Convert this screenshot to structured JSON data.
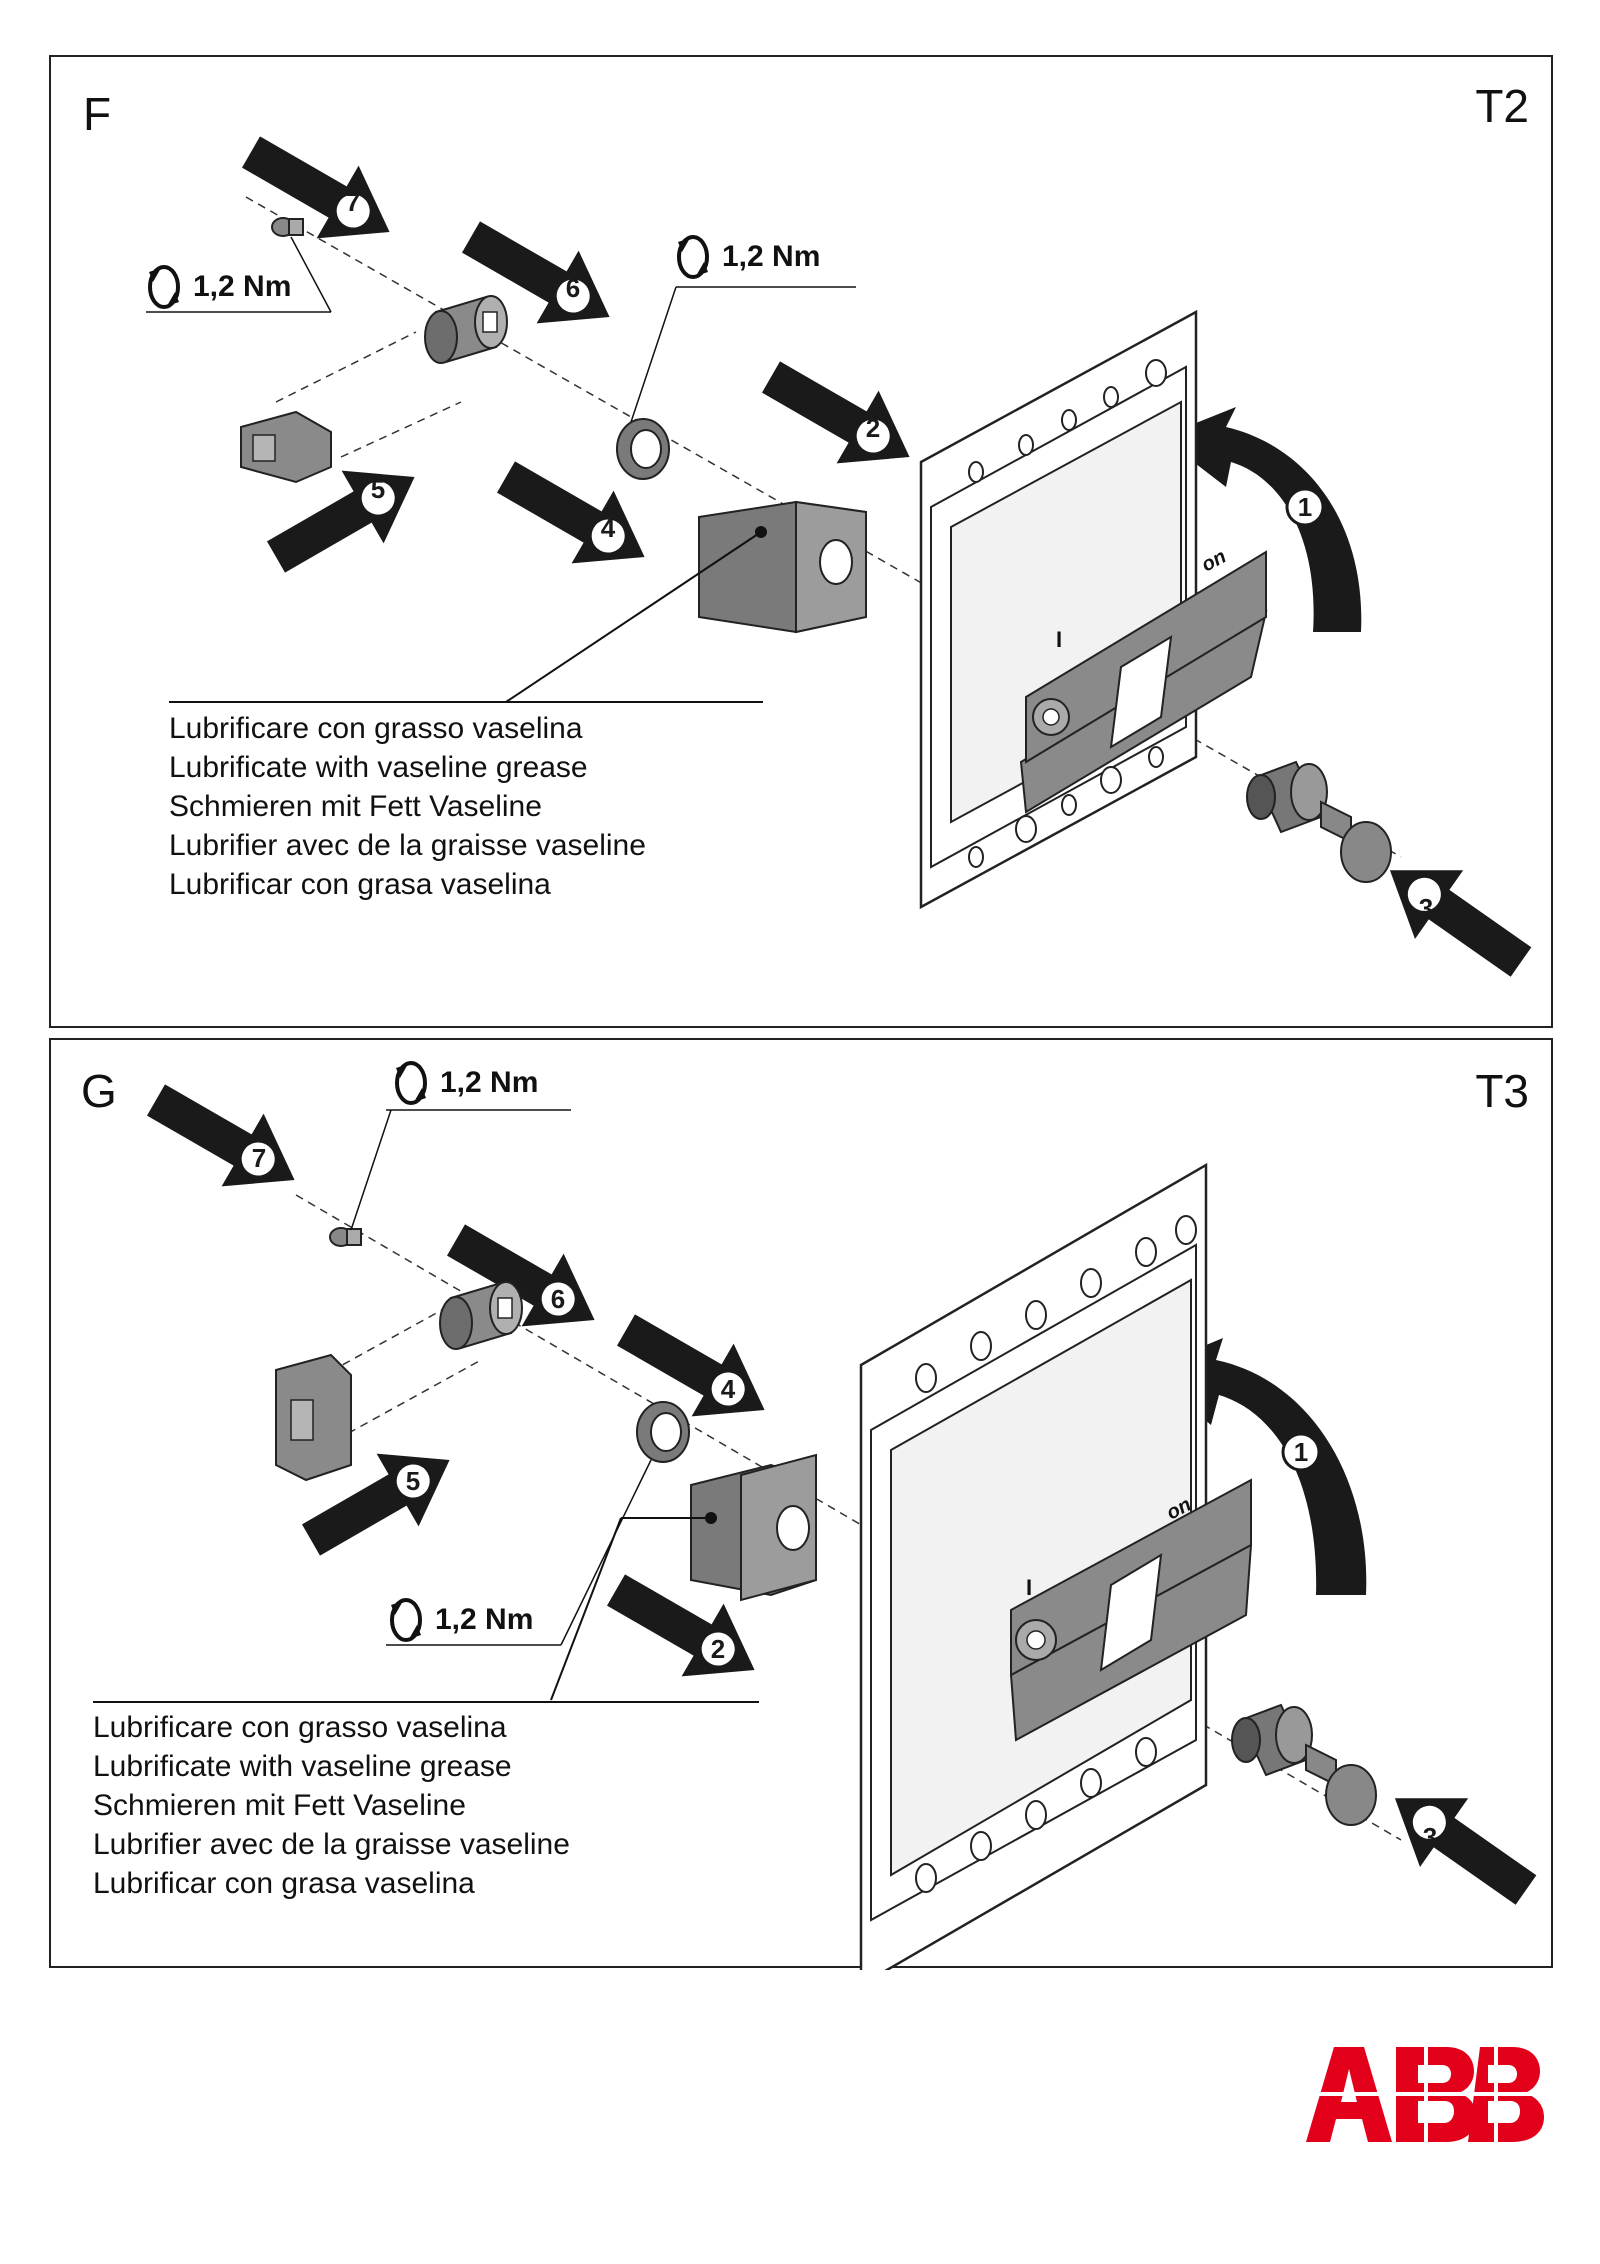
{
  "panels": [
    {
      "letter": "F",
      "model": "T2",
      "torque_labels": [
        "1,2 Nm",
        "1,2 Nm"
      ],
      "step_numbers": [
        "1",
        "2",
        "3",
        "4",
        "5",
        "6",
        "7"
      ],
      "handle_text": "on",
      "switch_mark": "I",
      "lube_lines": [
        "Lubrificare con grasso vaselina",
        "Lubrificate with vaseline grease",
        "Schmieren mit Fett Vaseline",
        "Lubrifier avec de la graisse vaseline",
        "Lubrificar con grasa vaselina"
      ]
    },
    {
      "letter": "G",
      "model": "T3",
      "torque_labels": [
        "1,2 Nm",
        "1,2 Nm"
      ],
      "step_numbers": [
        "1",
        "2",
        "3",
        "4",
        "5",
        "6",
        "7"
      ],
      "handle_text": "on",
      "switch_mark": "I",
      "lube_lines": [
        "Lubrificare con grasso vaselina",
        "Lubrificate with vaseline grease",
        "Schmieren mit Fett Vaseline",
        "Lubrifier avec de la graisse vaseline",
        "Lubrificar con grasa vaselina"
      ]
    }
  ],
  "brand": {
    "logo_text": "ABB",
    "color": "#e2001a"
  }
}
